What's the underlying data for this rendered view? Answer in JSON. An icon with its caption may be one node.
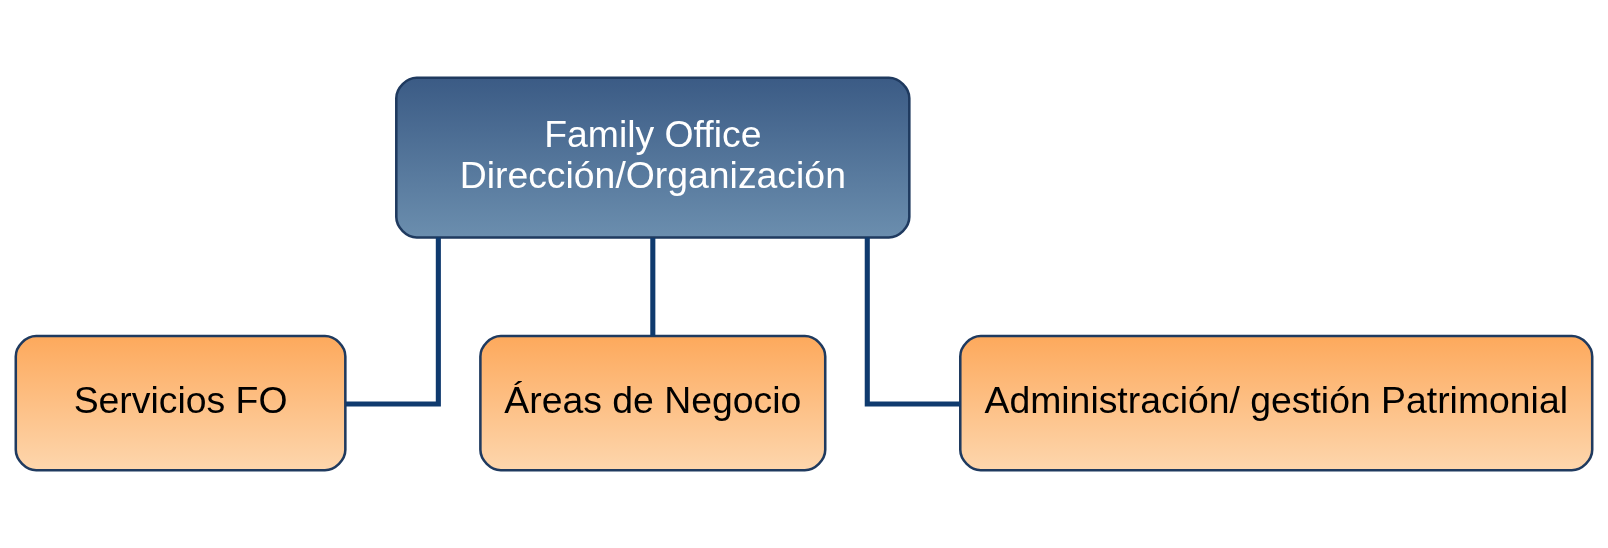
{
  "diagram": {
    "nodes": [
      {
        "text": [
          "Family Office",
          "Dirección/Organización"
        ]
      },
      {
        "text": [
          "Servicios FO"
        ]
      },
      {
        "text": [
          "Áreas de Negocio"
        ]
      },
      {
        "text": [
          "Administración/ gestión Patrimonial"
        ]
      }
    ],
    "edges": [
      {
        "from": 0,
        "to": 1,
        "arrow": "none"
      },
      {
        "from": 0,
        "to": 2,
        "arrow": "none"
      },
      {
        "from": 0,
        "to": 3,
        "arrow": "none"
      }
    ]
  }
}
